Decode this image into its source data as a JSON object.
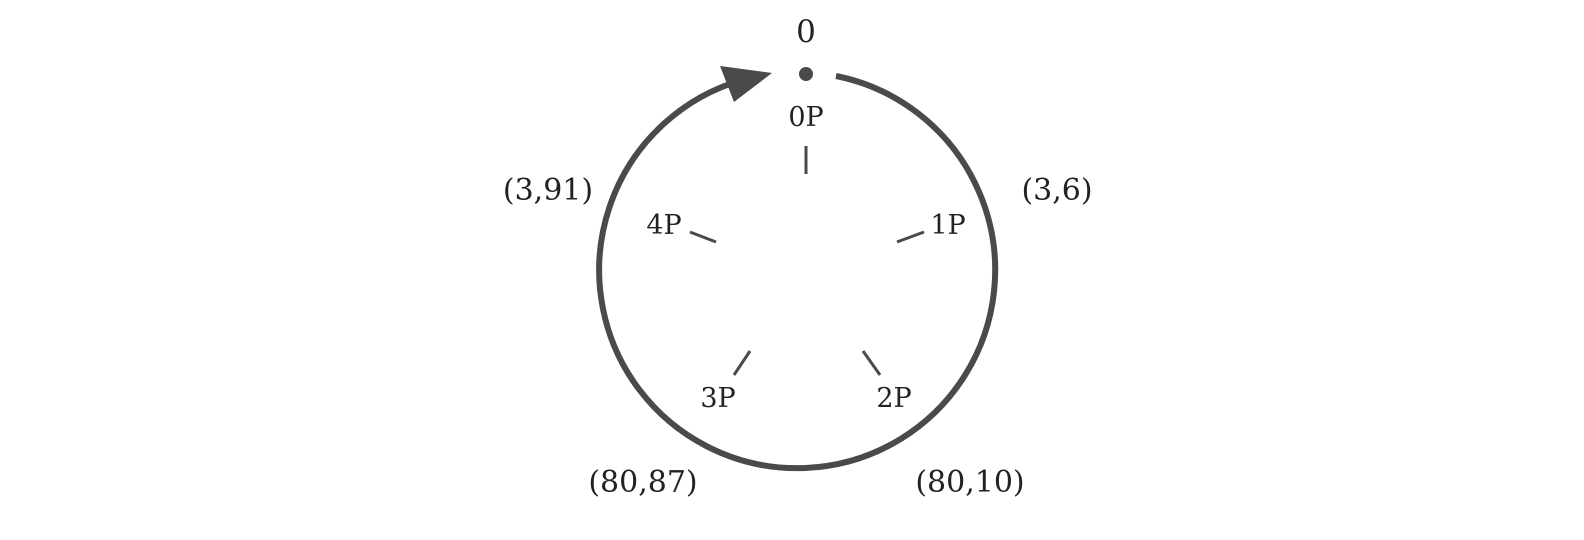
{
  "diagram": {
    "top_label": "0",
    "inner_labels": [
      "0P",
      "1P",
      "2P",
      "3P",
      "4P"
    ],
    "outer_labels": [
      "(3,6)",
      "(80,10)",
      "(80,87)",
      "(3,91)"
    ],
    "colors": {
      "stroke": "#4a4a4a",
      "text": "#222222",
      "background": "#ffffff"
    }
  }
}
